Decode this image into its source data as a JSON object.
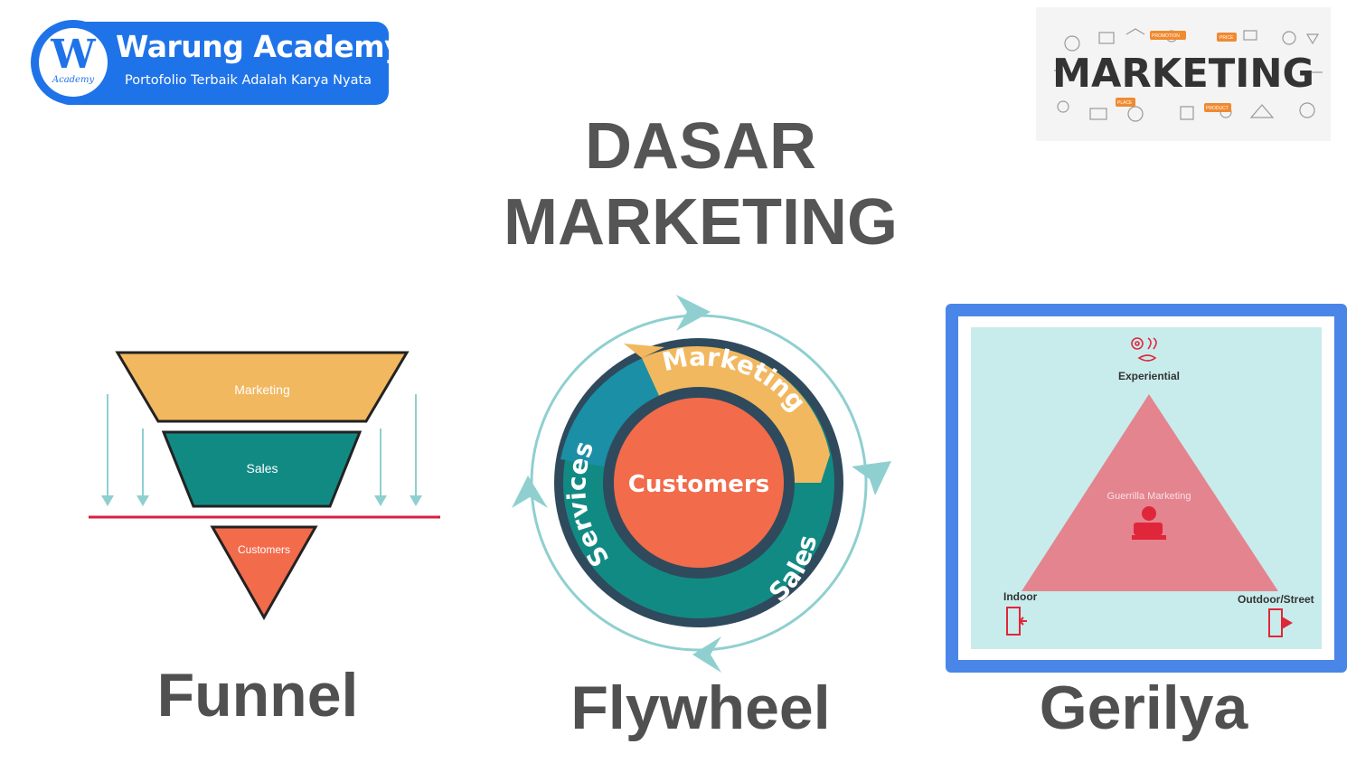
{
  "logo": {
    "mark": "W",
    "mark_sub": "Academy",
    "name": "Warung Academy",
    "tagline": "Portofolio Terbaik Adalah Karya Nyata"
  },
  "header_image": {
    "word": "MARKETING",
    "tags": [
      "PROMOTION",
      "PLACE",
      "PRICE",
      "PRODUCT"
    ]
  },
  "title": {
    "line1": "DASAR",
    "line2": "MARKETING"
  },
  "funnel": {
    "caption": "Funnel",
    "stages": [
      "Marketing",
      "Sales",
      "Customers"
    ],
    "colors": {
      "marketing": "#f2b85f",
      "sales": "#128a84",
      "customers": "#f26b4b",
      "line": "#d81f40",
      "arrow": "#8fcfd0"
    }
  },
  "flywheel": {
    "caption": "Flywheel",
    "center": "Customers",
    "segments": [
      "Marketing",
      "Sales",
      "Services"
    ],
    "colors": {
      "marketing": "#f2b85f",
      "sales": "#128a84",
      "services": "#1a8fa6",
      "center": "#f26b4b",
      "ring": "#2f4a5c",
      "arrows": "#8fcfd0"
    }
  },
  "gerilya": {
    "caption": "Gerilya",
    "center_label": "Guerrilla Marketing",
    "top_label": "Experiential",
    "left_label": "Indoor",
    "right_label": "Outdoor/Street",
    "colors": {
      "frame": "#4a86e8",
      "panel": "#c8ecec",
      "triangle": "#e4848f",
      "icon": "#e0263a"
    }
  }
}
